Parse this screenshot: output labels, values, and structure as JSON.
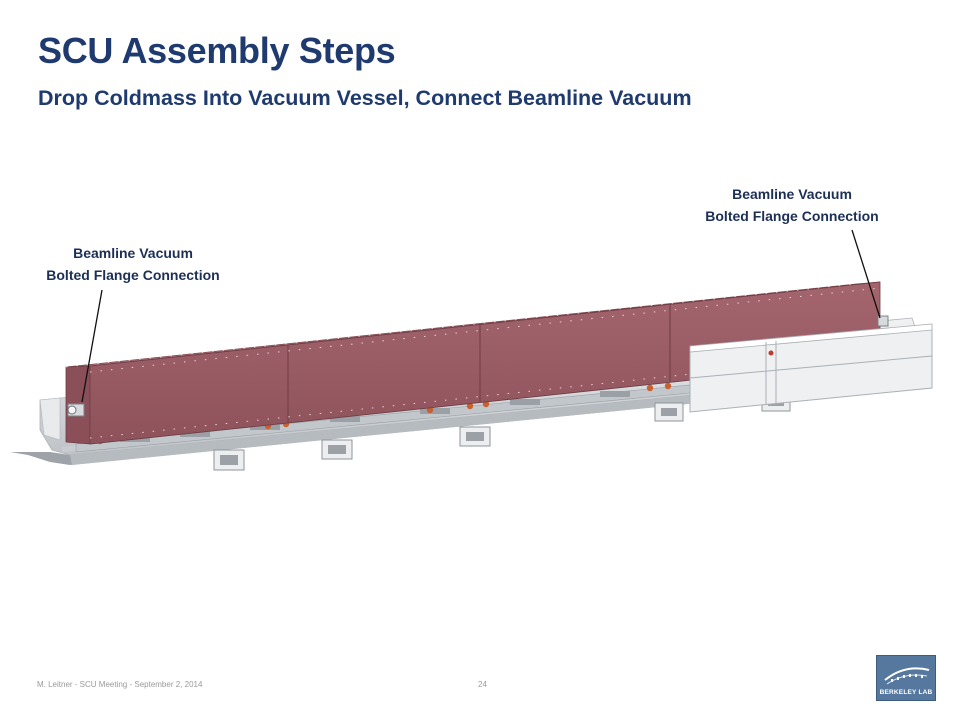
{
  "slide": {
    "title": "SCU Assembly Steps",
    "subtitle": "Drop Coldmass Into Vacuum Vessel, Connect Beamline Vacuum"
  },
  "callouts": {
    "left": {
      "line1": "Beamline Vacuum",
      "line2": "Bolted Flange Connection"
    },
    "right": {
      "line1": "Beamline Vacuum",
      "line2": "Bolted Flange Connection"
    }
  },
  "footer": {
    "text": "M. Leitner - SCU Meeting - September 2, 2014",
    "page": "24"
  },
  "logo": {
    "text": "BERKELEY LAB"
  },
  "colors": {
    "title": "#1f3a6e",
    "coldmass": "#9a5d66",
    "vessel": "#dcdfe2",
    "logo_bg": "#56789f"
  }
}
